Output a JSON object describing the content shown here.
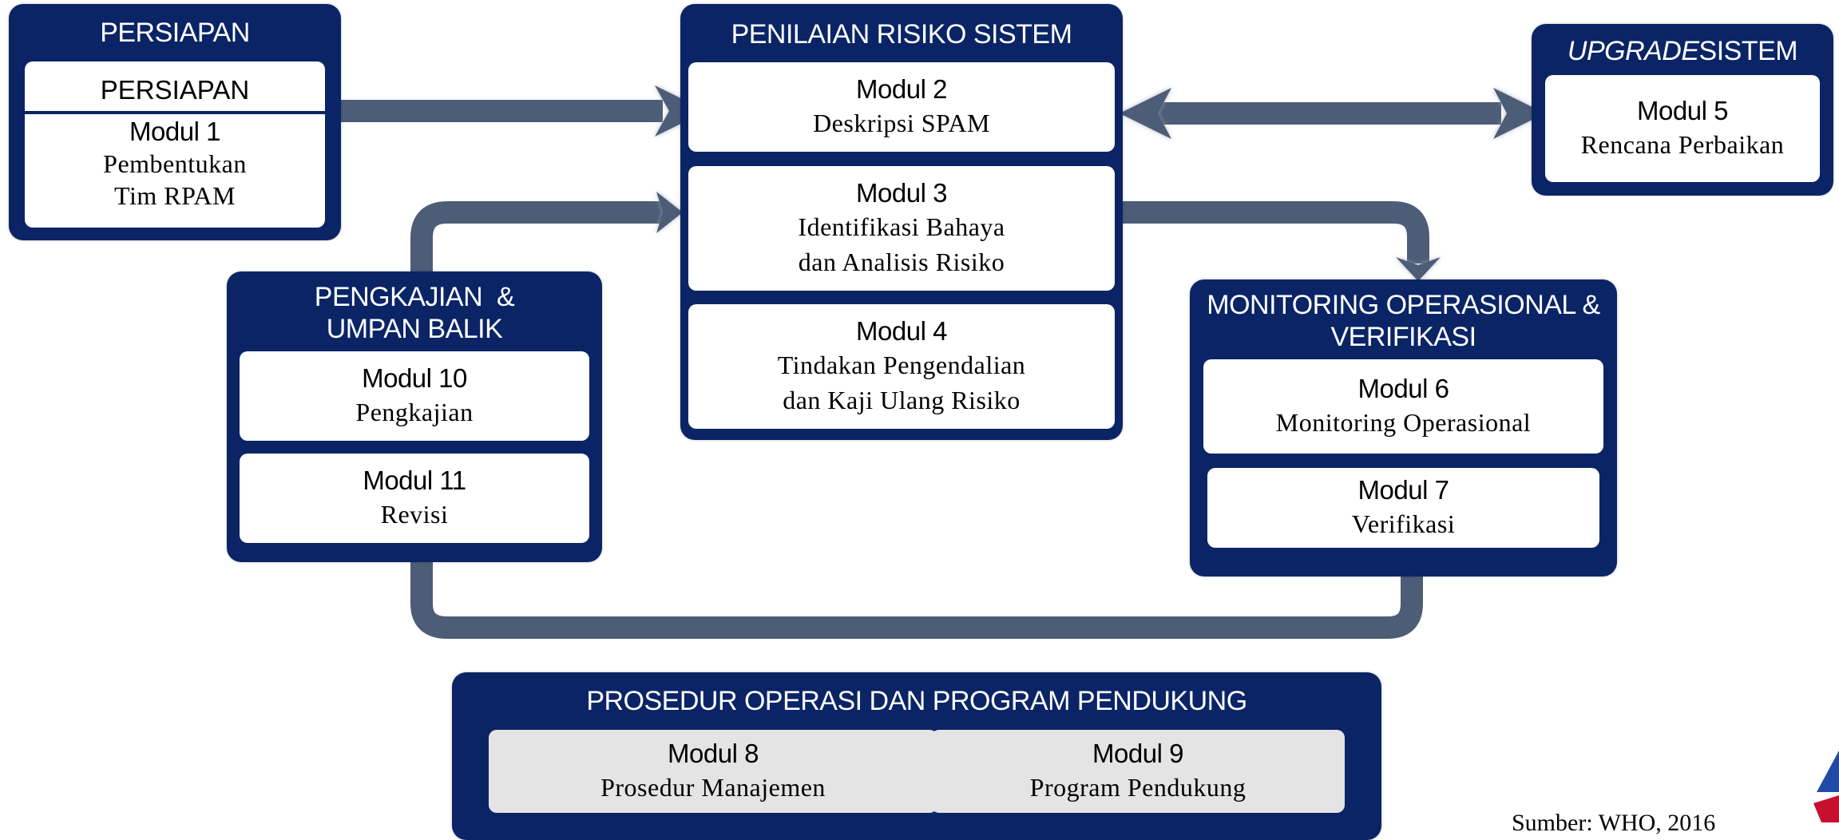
{
  "colors": {
    "panel": "#0a2466",
    "card": "#ffffff",
    "card_grey": "#e4e4e4",
    "arrow": "#4d5d78",
    "logo_blue": "#1f4aa8",
    "logo_red": "#c8102e"
  },
  "persiapan": {
    "title": "PERSIAPAN",
    "card_header": "PERSIAPAN",
    "module": "Modul 1",
    "desc_line1": "Pembentukan",
    "desc_line2": "Tim RPAM"
  },
  "penilaian": {
    "title": "PENILAIAN RISIKO SISTEM",
    "modul2": {
      "name": "Modul 2",
      "desc": "Deskripsi SPAM"
    },
    "modul3": {
      "name": "Modul 3",
      "desc_line1": "Identifikasi Bahaya",
      "desc_line2": "dan Analisis Risiko"
    },
    "modul4": {
      "name": "Modul 4",
      "desc_line1": "Tindakan Pengendalian",
      "desc_line2": "dan Kaji Ulang Risiko"
    }
  },
  "upgrade": {
    "title_italic": "UPGRADE",
    "title_rest": "SISTEM",
    "modul5": {
      "name": "Modul 5",
      "desc": "Rencana Perbaikan"
    }
  },
  "pengkajian": {
    "title_line1": "PENGKAJIAN  &",
    "title_line2": "UMPAN BALIK",
    "modul10": {
      "name": "Modul 10",
      "desc": "Pengkajian"
    },
    "modul11": {
      "name": "Modul 11",
      "desc": "Revisi"
    }
  },
  "monitoring": {
    "title_line1": "MONITORING OPERASIONAL &",
    "title_line2": "VERIFIKASI",
    "modul6": {
      "name": "Modul 6",
      "desc": "Monitoring Operasional"
    },
    "modul7": {
      "name": "Modul 7",
      "desc": "Verifikasi"
    }
  },
  "prosedur": {
    "title": "PROSEDUR OPERASI DAN PROGRAM PENDUKUNG",
    "modul8": {
      "name": "Modul 8",
      "desc": "Prosedur Manajemen"
    },
    "modul9": {
      "name": "Modul 9",
      "desc": "Program Pendukung"
    }
  },
  "source_text": "Sumber: WHO, 2016"
}
